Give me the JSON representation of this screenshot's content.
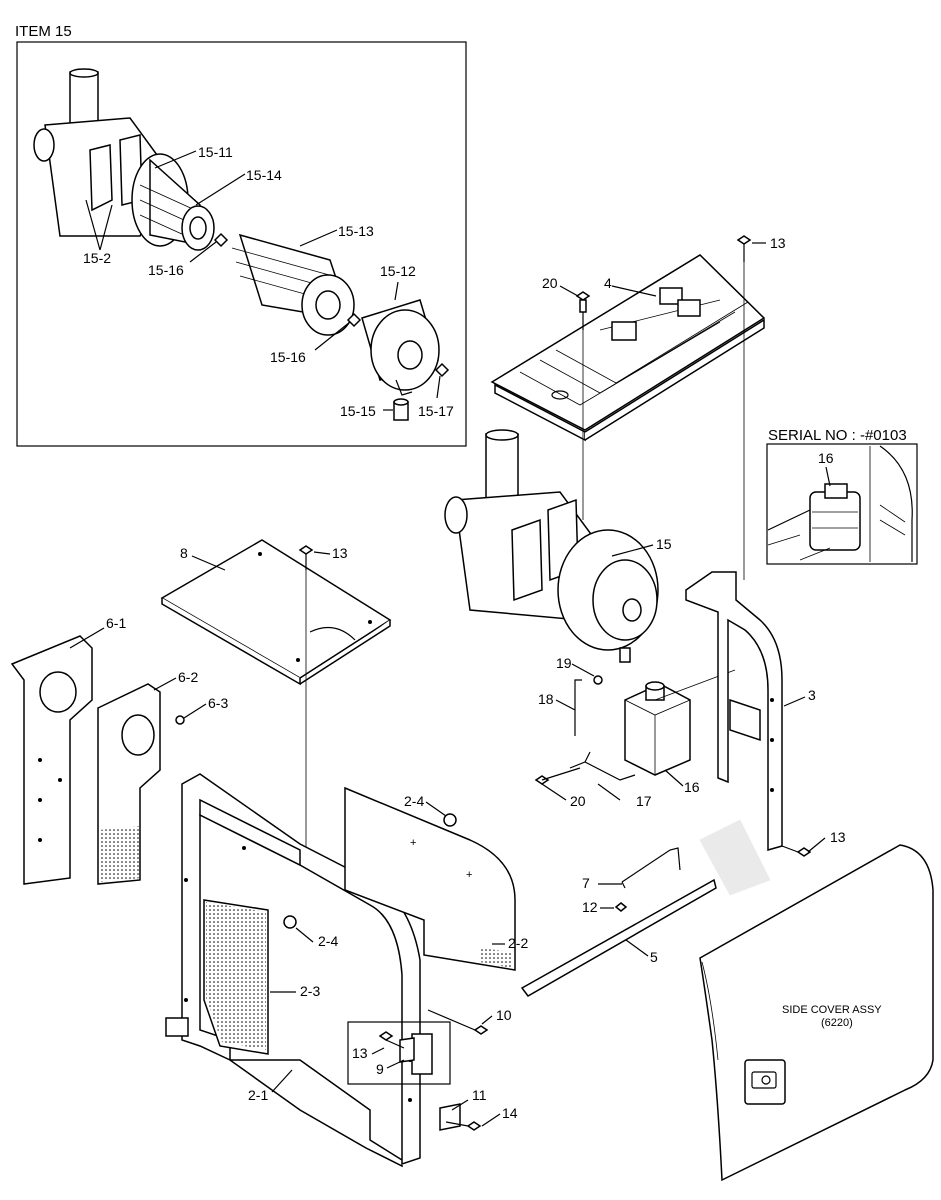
{
  "insets": {
    "item15": {
      "title": "ITEM 15"
    },
    "serial": {
      "title": "SERIAL NO : -#0103"
    }
  },
  "side_cover": {
    "line1": "SIDE COVER ASSY",
    "line2": "(6220)"
  },
  "labels": {
    "l15_11": "15-11",
    "l15_14": "15-14",
    "l15_2": "15-2",
    "l15_16a": "15-16",
    "l15_13": "15-13",
    "l15_12": "15-12",
    "l15_16b": "15-16",
    "l15_15": "15-15",
    "l15_17": "15-17",
    "l13a": "13",
    "l20a": "20",
    "l4": "4",
    "l16a": "16",
    "l8": "8",
    "l13b": "13",
    "l15": "15",
    "l6_1": "6-1",
    "l6_2": "6-2",
    "l6_3": "6-3",
    "l19": "19",
    "l18": "18",
    "l3": "3",
    "l16b": "16",
    "l20b": "20",
    "l17": "17",
    "l2_4a": "2-4",
    "l13c": "13",
    "l7": "7",
    "l12": "12",
    "l2_2": "2-2",
    "l5": "5",
    "l2_4b": "2-4",
    "l2_3": "2-3",
    "l10": "10",
    "l13d": "13",
    "l9": "9",
    "l2_1": "2-1",
    "l11": "11",
    "l14": "14"
  }
}
